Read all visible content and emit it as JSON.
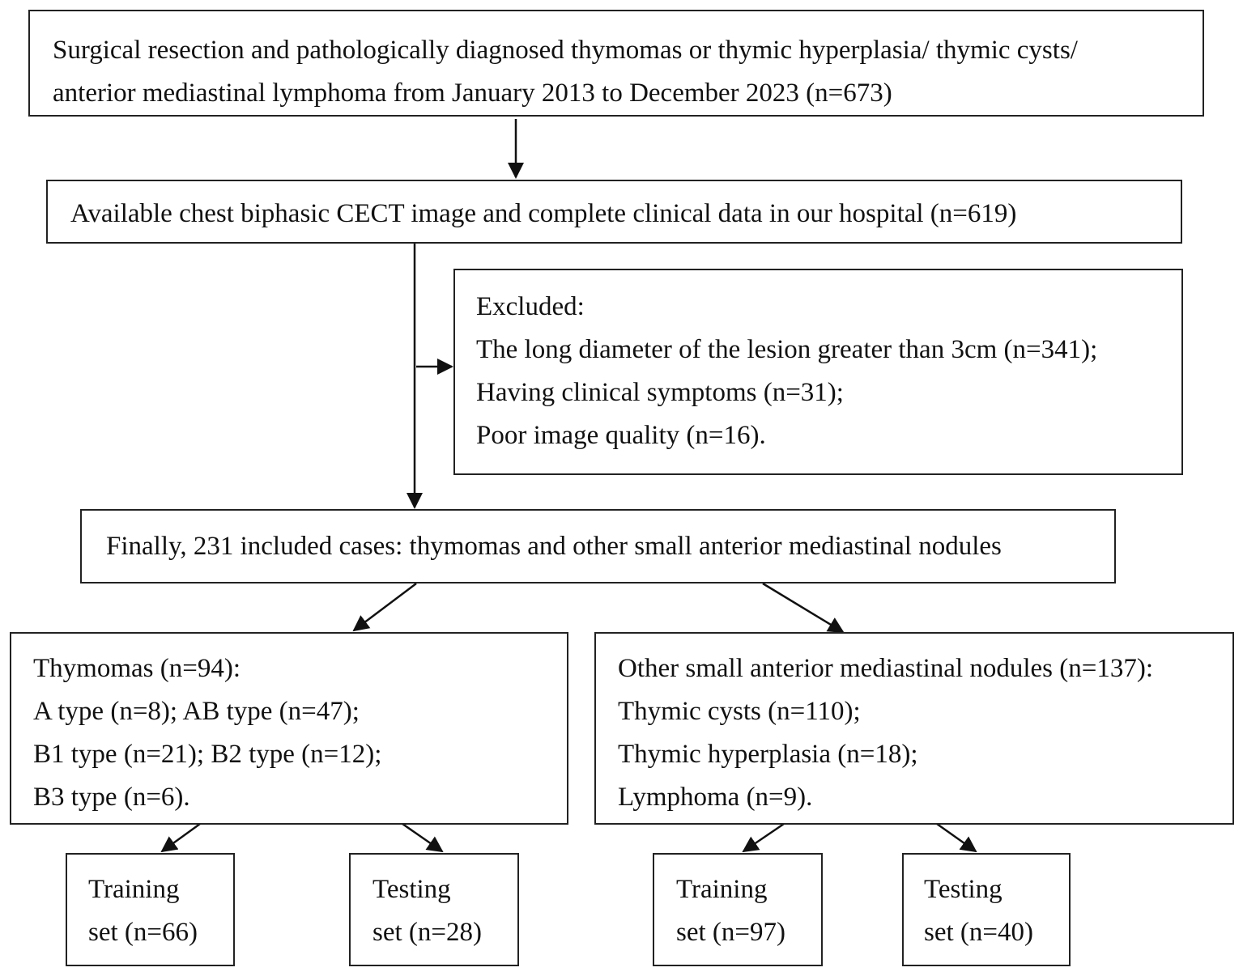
{
  "flowchart": {
    "source": {
      "lines": [
        "Surgical resection and pathologically diagnosed thymomas or thymic hyperplasia/ thymic cysts/",
        "anterior mediastinal lymphoma from January 2013 to December 2023 (n=673)"
      ]
    },
    "available": {
      "lines": [
        "Available chest biphasic CECT image and complete clinical data in our hospital (n=619)"
      ]
    },
    "excluded": {
      "lines": [
        "Excluded:",
        "The long diameter of the lesion greater than 3cm (n=341);",
        "Having clinical symptoms (n=31);",
        "Poor image quality (n=16)."
      ]
    },
    "final": {
      "lines": [
        "Finally, 231 included cases: thymomas and other small anterior mediastinal nodules"
      ]
    },
    "thymomas": {
      "lines": [
        "Thymomas (n=94):",
        "A type (n=8); AB type (n=47);",
        "B1 type (n=21); B2 type (n=12);",
        "B3 type (n=6)."
      ]
    },
    "others": {
      "lines": [
        "Other small anterior mediastinal nodules (n=137):",
        "Thymic cysts (n=110);",
        "Thymic hyperplasia (n=18);",
        "Lymphoma (n=9)."
      ]
    },
    "thymomas_training": {
      "lines": [
        "Training",
        "set (n=66)"
      ]
    },
    "thymomas_testing": {
      "lines": [
        "Testing",
        "set (n=28)"
      ]
    },
    "others_training": {
      "lines": [
        "Training",
        "set (n=97)"
      ]
    },
    "others_testing": {
      "lines": [
        "Testing",
        "set (n=40)"
      ]
    },
    "colors": {
      "line": "#111111",
      "border": "#222222",
      "background": "#ffffff"
    }
  }
}
